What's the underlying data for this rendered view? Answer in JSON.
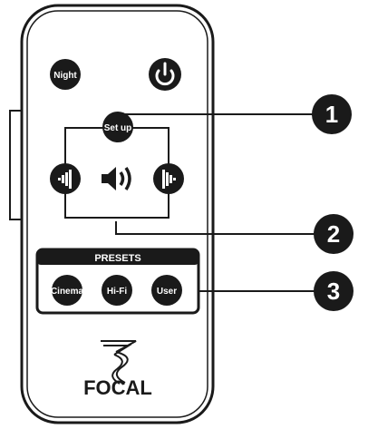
{
  "remote": {
    "night_label": "Night",
    "power_icon": "power-icon",
    "setup_label": "Set up",
    "volume_icon": "speaker-volume-icon",
    "left_icon": "left-arrow-icon",
    "right_icon": "right-arrow-icon",
    "presets_title": "PRESETS",
    "presets": [
      {
        "label": "Cinema"
      },
      {
        "label": "Hi-Fi"
      },
      {
        "label": "User"
      }
    ],
    "brand": "FOCAL"
  },
  "callouts": [
    {
      "number": "1"
    },
    {
      "number": "2"
    },
    {
      "number": "3"
    }
  ],
  "colors": {
    "body": "#ffffff",
    "button": "#1a1a1a",
    "outline": "#1a1a1a",
    "label": "#ffffff"
  }
}
